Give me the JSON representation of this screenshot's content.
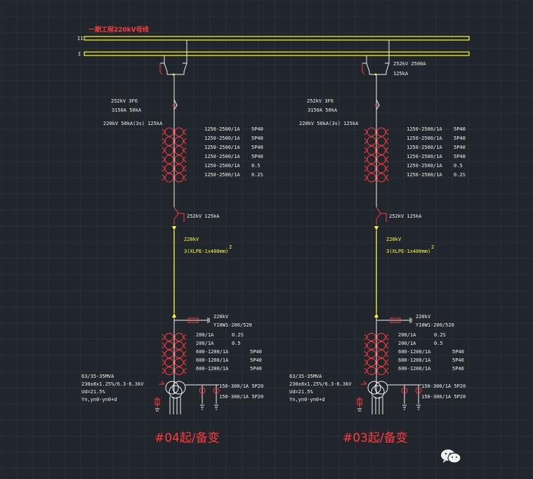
{
  "colors": {
    "background": "#21252c",
    "bus": "#ffff2a",
    "red": "#ff3b3b",
    "white": "#f2f2f2",
    "yellow": "#ffff40",
    "grid": "#2c3139"
  },
  "title": "一期工程220kV母线",
  "bus_labels": [
    "II",
    "I"
  ],
  "left": {
    "breaker": [
      "252kV 3F6",
      "3150A 50kA",
      "220kV 50kA(3s) 125kA"
    ],
    "ct_ratios": [
      "1250-2500/1A",
      "1250-2500/1A",
      "1250-2500/1A",
      "1250-2500/1A",
      "1250-2500/1A",
      "1250-2500/1A"
    ],
    "ct_classes": [
      "5P40",
      "5P40",
      "5P40",
      "5P40",
      "0.5",
      "0.2S"
    ],
    "disconnector": "252kV 125kA",
    "cable": [
      "220kV",
      "3(XLPE-1x400mm)"
    ],
    "cable_sup": "2",
    "arrester": [
      "220kV",
      "Y10W1-200/520"
    ],
    "lv_ct_ratios": [
      "200/1A",
      "200/1A",
      "600-1200/1A",
      "600-1200/1A",
      "600-1200/1A"
    ],
    "lv_ct_classes": [
      "0.2S",
      "0.5",
      "5P40",
      "5P40",
      "5P40"
    ],
    "transformer": [
      "63/35-35MVA",
      "230±8x1.25%/6.3-6.3kV",
      "Ud=21.5%",
      "Yn,yn0-yn0+d"
    ],
    "neutral_ct": [
      "150-300/1A 5P20",
      "150-300/1A 5P20"
    ],
    "caption": "#04起/备变"
  },
  "right": {
    "disconnector_top": [
      "252kV 2500A",
      "125kA"
    ],
    "breaker": [
      "252kV 3F6",
      "3150A 50kA",
      "220kV 50kA(3s) 125kA"
    ],
    "ct_ratios": [
      "1250-2500/1A",
      "1250-2500/1A",
      "1250-2500/1A",
      "1250-2500/1A",
      "1250-2500/1A",
      "1250-2500/1A"
    ],
    "ct_classes": [
      "5P40",
      "5P40",
      "5P40",
      "5P40",
      "0.5",
      "0.2S"
    ],
    "disconnector": "252kV 125kA",
    "cable": [
      "220kV",
      "3(XLPE-1x400mm)"
    ],
    "cable_sup": "2",
    "arrester": [
      "220kV",
      "Y10W1-200/520"
    ],
    "lv_ct_ratios": [
      "200/1A",
      "200/1A",
      "600-1200/1A",
      "600-1200/1A",
      "600-1200/1A"
    ],
    "lv_ct_classes": [
      "0.2S",
      "0.5",
      "5P40",
      "5P40",
      "5P40"
    ],
    "transformer": [
      "63/35-35MVA",
      "230±8x1.25%/6.3-6.3kV",
      "Ud=21.5%",
      "Yn,yn0-yn0+d"
    ],
    "neutral_ct": [
      "150-300/1A 5P20",
      "150-300/1A 5P20"
    ],
    "caption": "#03起/备变"
  }
}
